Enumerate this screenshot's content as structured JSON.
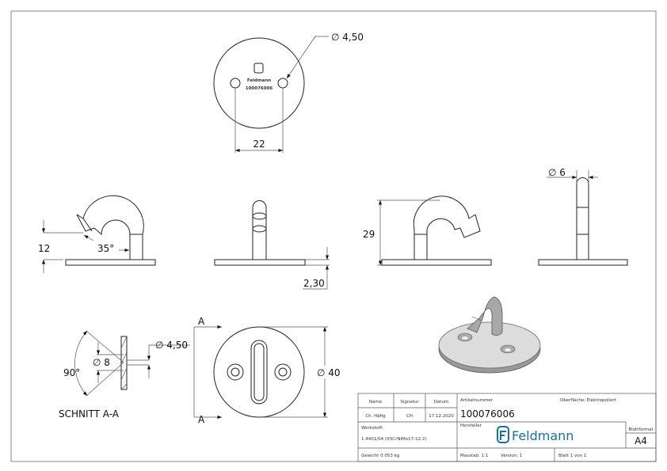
{
  "dimensions": {
    "top_hole_dia": "∅ 4,50",
    "hole_spacing": "22",
    "height_12": "12",
    "angle_35": "35°",
    "plate_thickness": "2,30",
    "height_29": "29",
    "rod_dia": "∅ 6",
    "angle_90": "90°",
    "dia_8": "∅ 8",
    "section_hole_dia": "∅ 4,50",
    "plate_dia": "∅ 40",
    "section_label_top": "A",
    "section_label_bottom": "A",
    "section_title": "SCHNITT A-A"
  },
  "engraving": {
    "brand": "Feldmann",
    "number": "100076006"
  },
  "title_block": {
    "name_label": "Name",
    "signature_label": "Signatur",
    "date_label": "Datum",
    "name": "Ch. Häfig",
    "signature": "CH",
    "date": "17.12.2020",
    "article_label": "Artikelnummer",
    "article_number": "100076006",
    "surface": "Oberfläche:  Elektropoliert",
    "material_label": "Werkstoff:",
    "material": "1.4401/04 (X5CrNiMo17-12-2)",
    "manufacturer_label": "Hersteller",
    "logo_text": "Feldmann",
    "format_label": "Blattformat",
    "format": "A4",
    "weight": "Gewicht 0.053 kg",
    "scale": "Masstab: 1:1",
    "version": "Version: 1",
    "sheet": "Blatt 1 von 1"
  },
  "colors": {
    "logo": "#1a6fa0",
    "render": "#b8b8b8"
  }
}
